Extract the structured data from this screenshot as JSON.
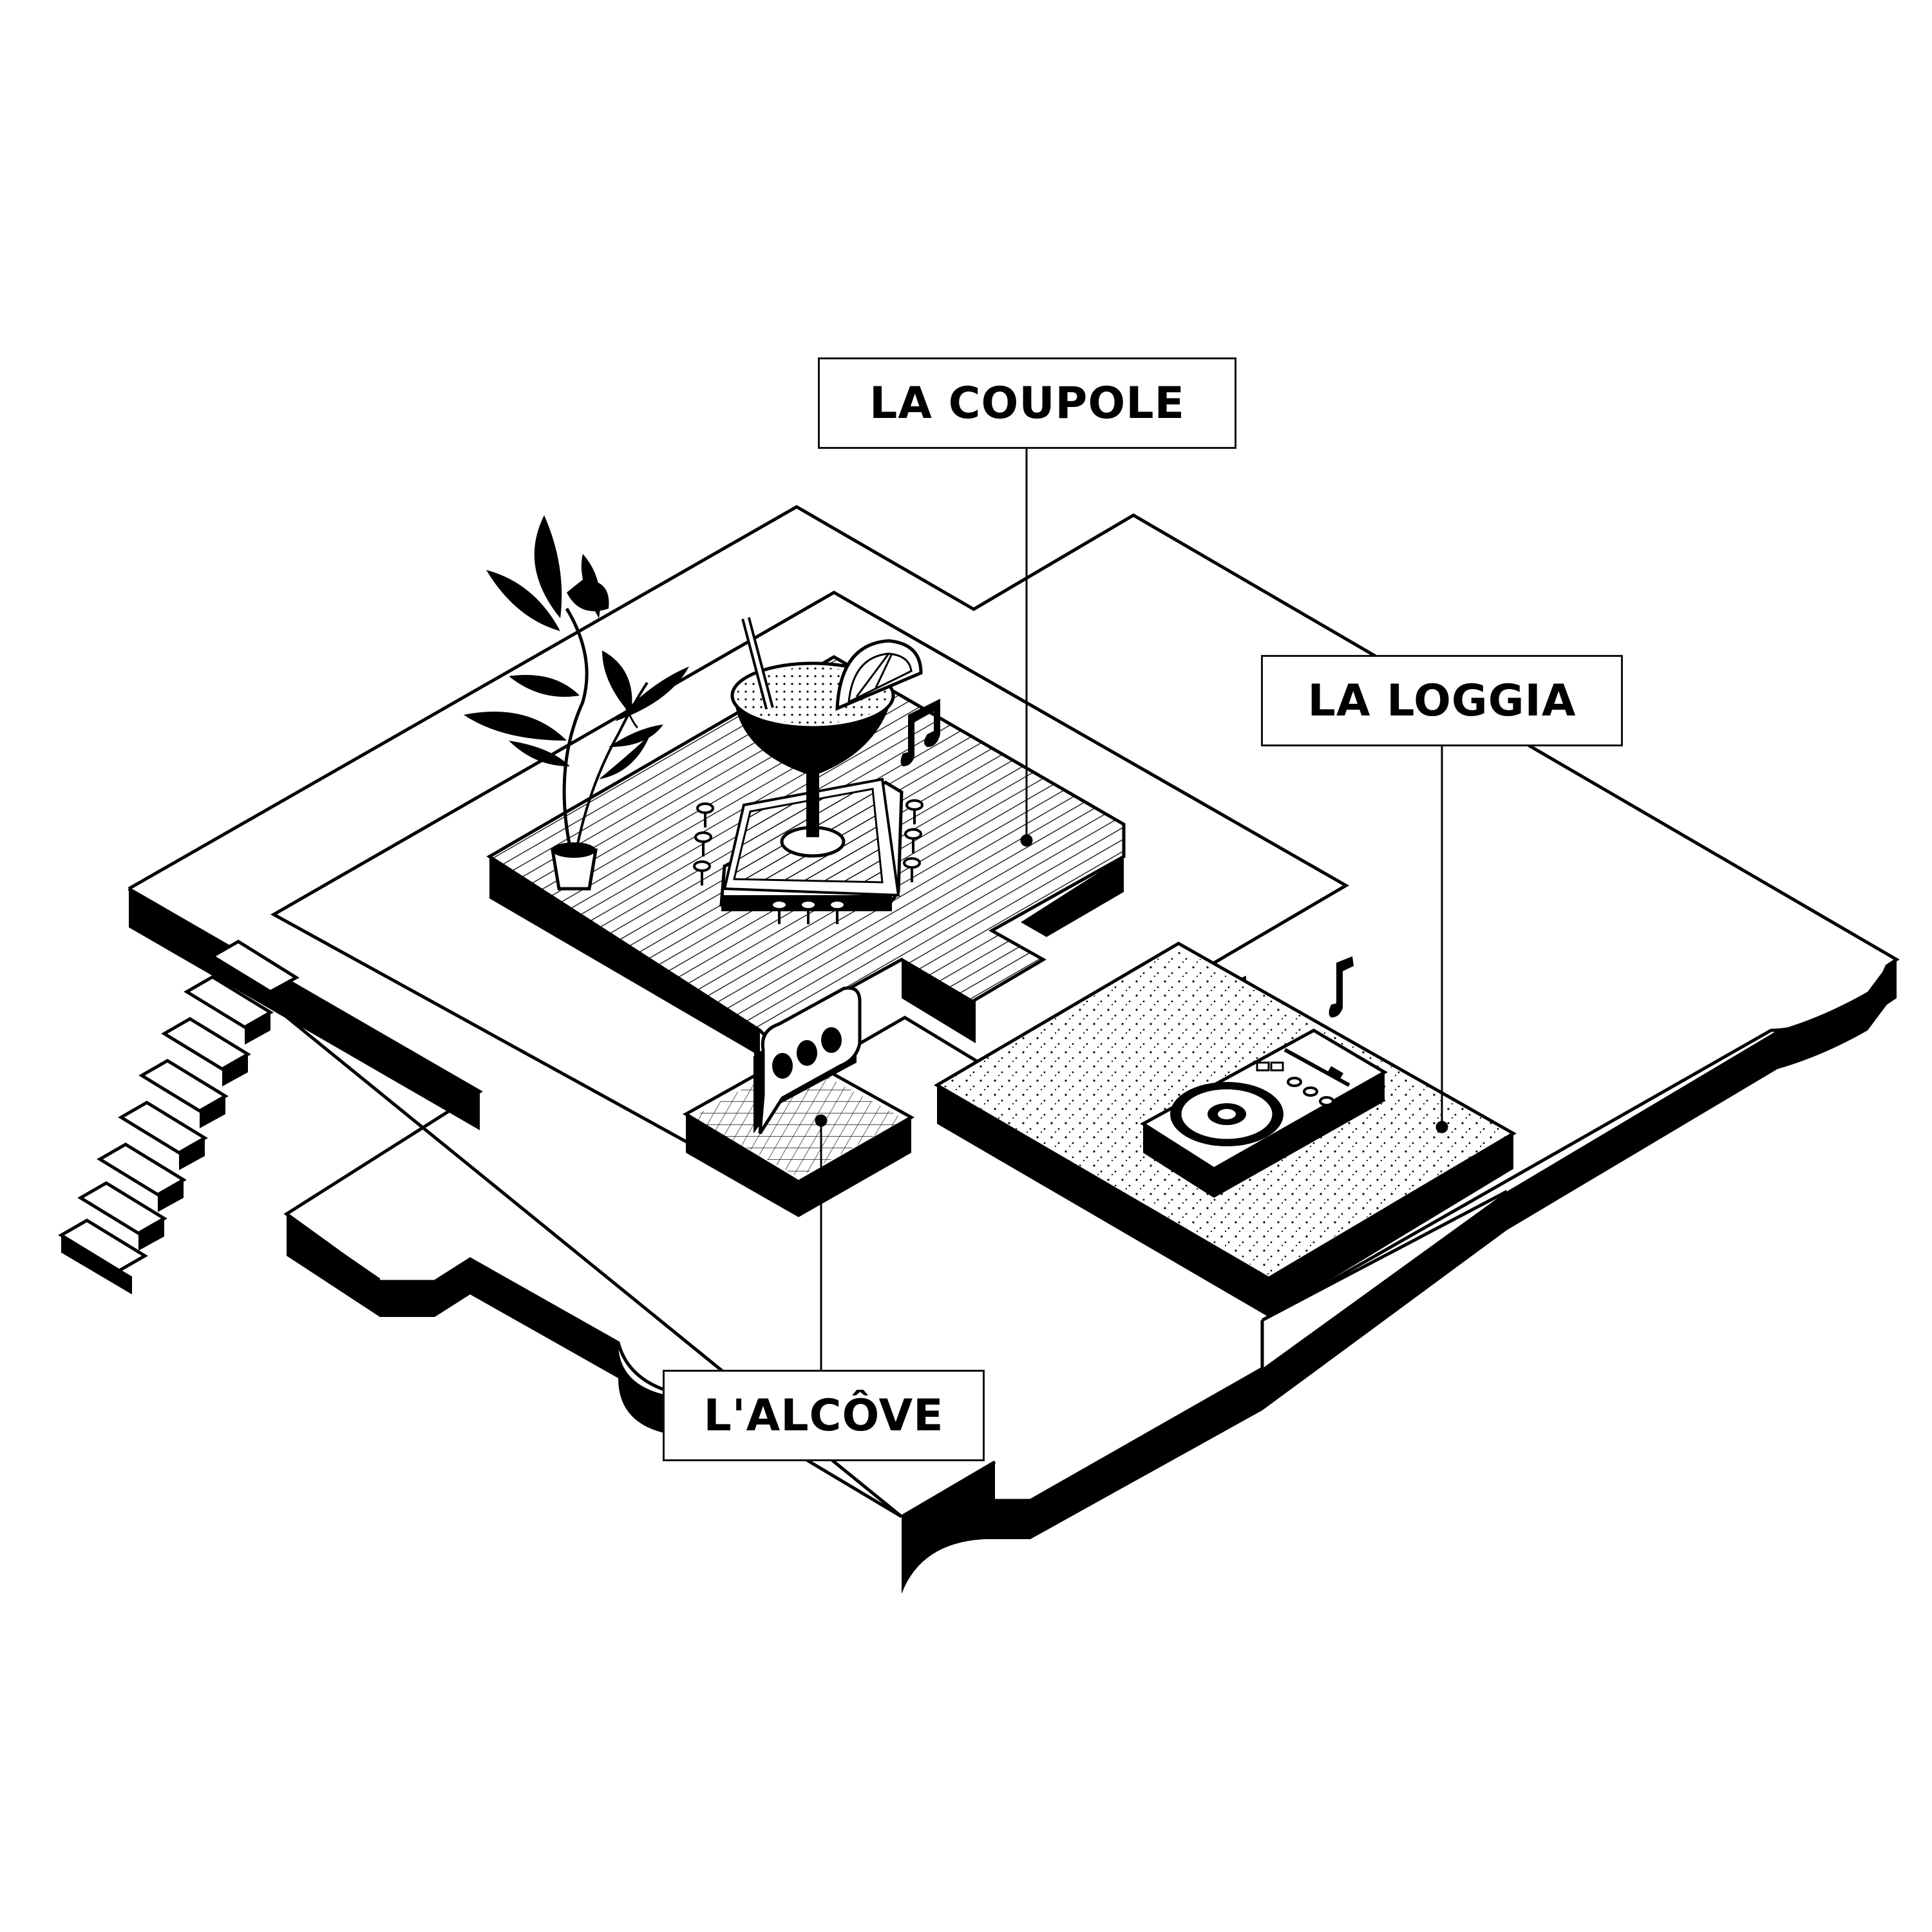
{
  "zones": [
    {
      "key": "coupole",
      "label": "LA COUPOLE"
    },
    {
      "key": "loggia",
      "label": "LA LOGGIA"
    },
    {
      "key": "alcove",
      "label": "L'ALCÔVE"
    }
  ],
  "colors": {
    "ink": "#000000",
    "paper": "#ffffff"
  },
  "icons": [
    "plant-icon",
    "cocktail-glass-icon",
    "music-note-icon",
    "speech-bubble-icon",
    "turntable-icon",
    "staircase-icon"
  ]
}
